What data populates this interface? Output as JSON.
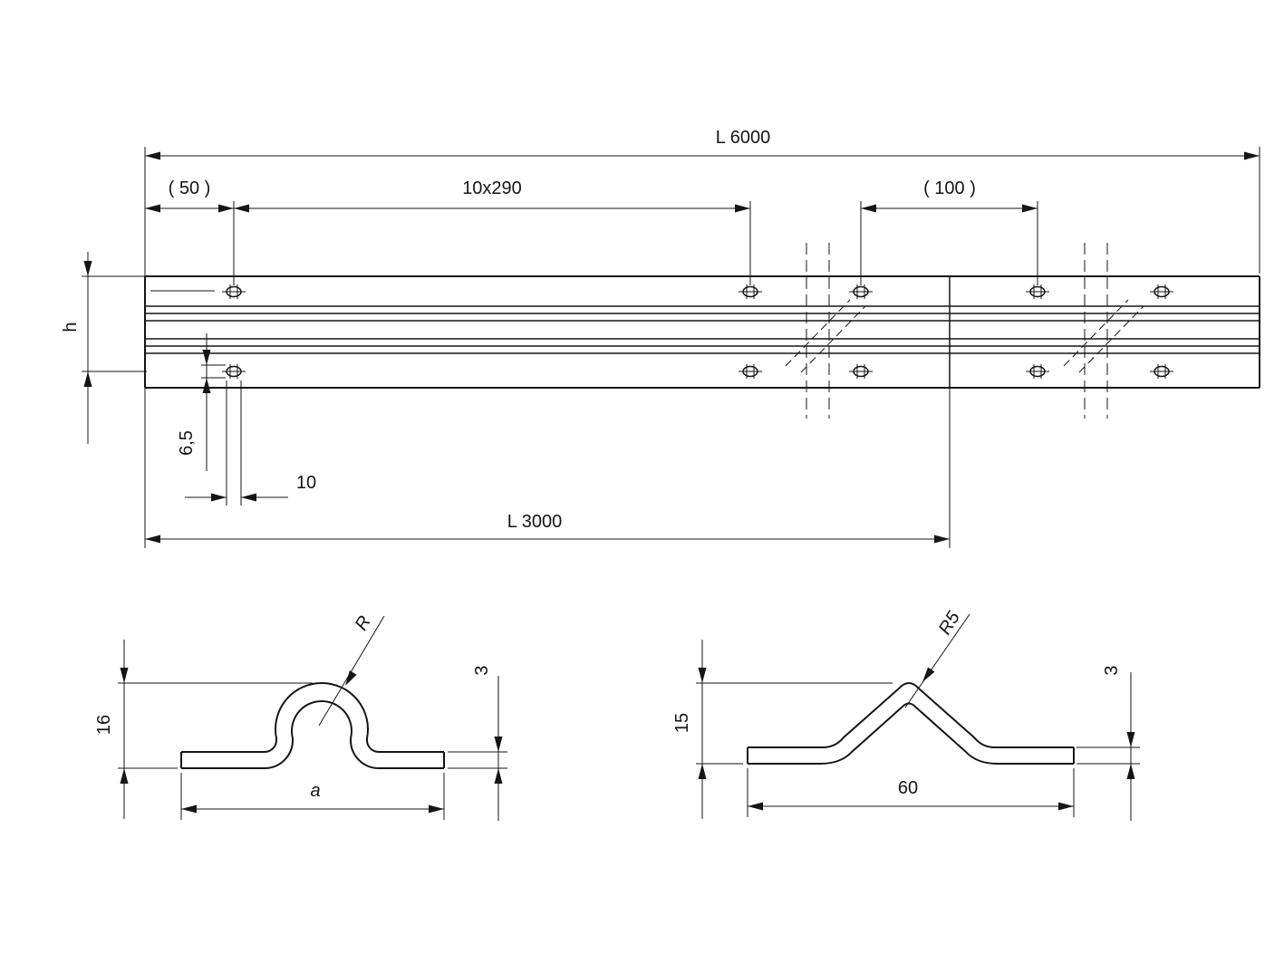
{
  "drawing": {
    "background": "#ffffff",
    "line_color": "#151515",
    "main_view": {
      "overall_length": "L 6000",
      "end_distance": "( 50 )",
      "hole_spacing": "10x290",
      "joint_spacing": "( 100 )",
      "profile_height": "h",
      "slot_width": "6,5",
      "slot_length": "10",
      "segment_length": "L 3000"
    },
    "section_omega": {
      "height": "16",
      "thickness": "3",
      "width": "a",
      "radius": "R"
    },
    "section_vee": {
      "height": "15",
      "thickness": "3",
      "width": "60",
      "radius": "R5"
    }
  }
}
